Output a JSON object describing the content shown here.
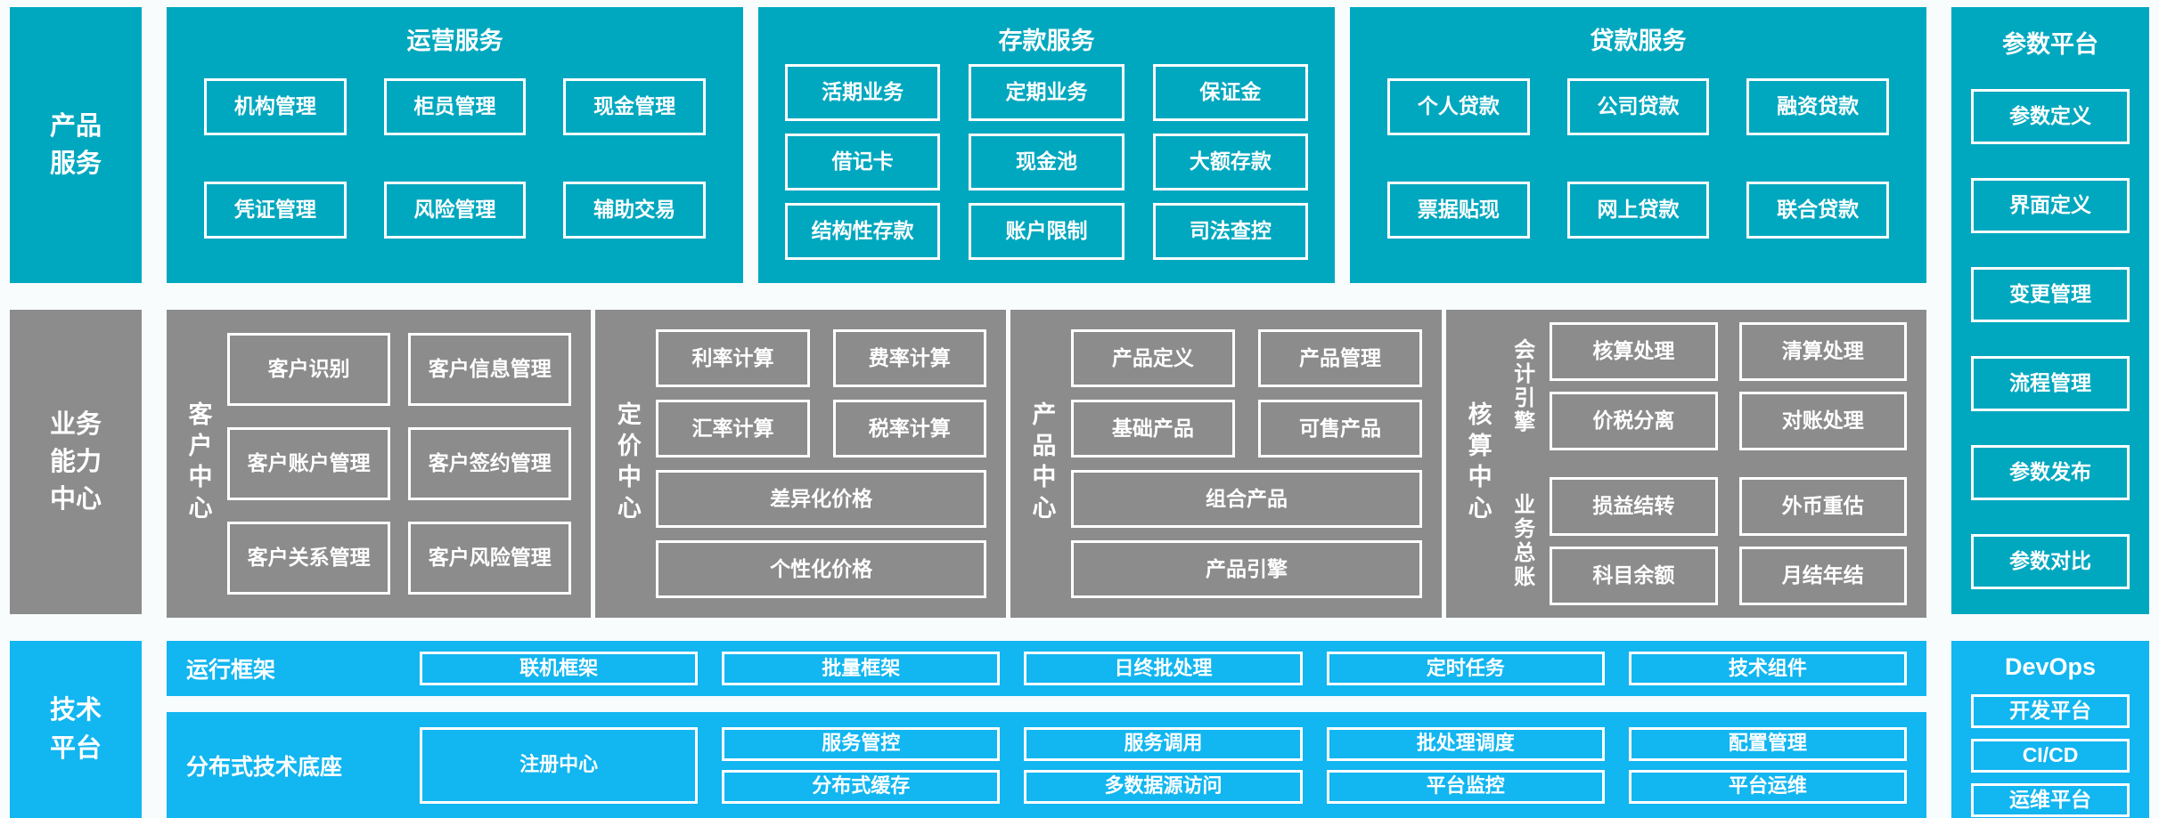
{
  "palette": {
    "teal": "#00A8BF",
    "gray": "#8C8C8C",
    "blue": "#12B6F0",
    "box_border": "#FFFFFF",
    "page_bg": "#F8FCFD",
    "text": "#FFFFFF"
  },
  "rails": {
    "product_services": "产品\n服务",
    "business_capability": "业务\n能力\n中心",
    "tech_platform": "技术\n平台"
  },
  "operations": {
    "title": "运营服务",
    "boxes": [
      "机构管理",
      "柜员管理",
      "现金管理",
      "凭证管理",
      "风险管理",
      "辅助交易"
    ]
  },
  "deposit": {
    "title": "存款服务",
    "boxes": [
      "活期业务",
      "定期业务",
      "保证金",
      "借记卡",
      "现金池",
      "大额存款",
      "结构性存款",
      "账户限制",
      "司法查控"
    ]
  },
  "loan": {
    "title": "贷款服务",
    "boxes": [
      "个人贷款",
      "公司贷款",
      "融资贷款",
      "票据贴现",
      "网上贷款",
      "联合贷款"
    ]
  },
  "parameter_platform": {
    "title": "参数平台",
    "boxes": [
      "参数定义",
      "界面定义",
      "变更管理",
      "流程管理",
      "参数发布",
      "参数对比"
    ]
  },
  "customer_center": {
    "label": "客户中心",
    "boxes": [
      "客户识别",
      "客户信息管理",
      "客户账户管理",
      "客户签约管理",
      "客户关系管理",
      "客户风险管理"
    ]
  },
  "pricing_center": {
    "label": "定价中心",
    "small_boxes": [
      "利率计算",
      "费率计算",
      "汇率计算",
      "税率计算"
    ],
    "wide_boxes": [
      "差异化价格",
      "个性化价格"
    ]
  },
  "product_center": {
    "label": "产品中心",
    "small_boxes": [
      "产品定义",
      "产品管理",
      "基础产品",
      "可售产品"
    ],
    "wide_boxes": [
      "组合产品",
      "产品引擎"
    ]
  },
  "accounting_center": {
    "label": "核算中心",
    "groups": [
      {
        "label": "会计引擎",
        "boxes": [
          "核算处理",
          "清算处理",
          "价税分离",
          "对账处理"
        ]
      },
      {
        "label": "业务总账",
        "boxes": [
          "损益结转",
          "外币重估",
          "科目余额",
          "月结年结"
        ]
      }
    ]
  },
  "runtime_framework": {
    "label": "运行框架",
    "boxes": [
      "联机框架",
      "批量框架",
      "日终批处理",
      "定时任务",
      "技术组件"
    ]
  },
  "distributed_base": {
    "label": "分布式技术底座",
    "registry": "注册中心",
    "boxes": [
      "服务管控",
      "服务调用",
      "批处理调度",
      "配置管理",
      "分布式缓存",
      "多数据源访问",
      "平台监控",
      "平台运维"
    ]
  },
  "devops": {
    "title": "DevOps",
    "boxes": [
      "开发平台",
      "CI/CD",
      "运维平台"
    ]
  }
}
